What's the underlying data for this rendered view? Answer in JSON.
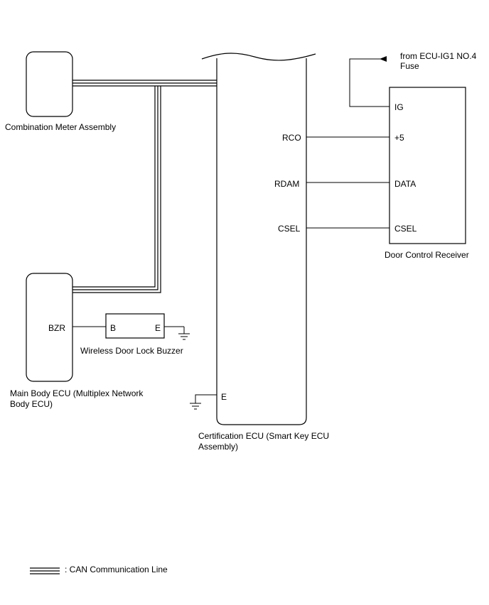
{
  "components": {
    "combination_meter": "Combination Meter Assembly",
    "main_body_ecu_line1": "Main Body ECU (Multiplex Network",
    "main_body_ecu_line2": "Body ECU)",
    "certification_ecu_line1": "Certification ECU (Smart Key ECU",
    "certification_ecu_line2": "Assembly)",
    "door_control_receiver": "Door Control Receiver",
    "buzzer": "Wireless Door Lock Buzzer"
  },
  "power_source": {
    "line1": "from ECU-IG1 NO.4",
    "line2": "Fuse"
  },
  "pins": {
    "rco": "RCO",
    "rdam": "RDAM",
    "csel_ecu": "CSEL",
    "ecu_ground": "E",
    "ig": "IG",
    "plus5": "+5",
    "data": "DATA",
    "csel_receiver": "CSEL",
    "bzr": "BZR",
    "buzzer_b": "B",
    "buzzer_e": "E"
  },
  "legend": {
    "can_line": ": CAN Communication Line"
  }
}
